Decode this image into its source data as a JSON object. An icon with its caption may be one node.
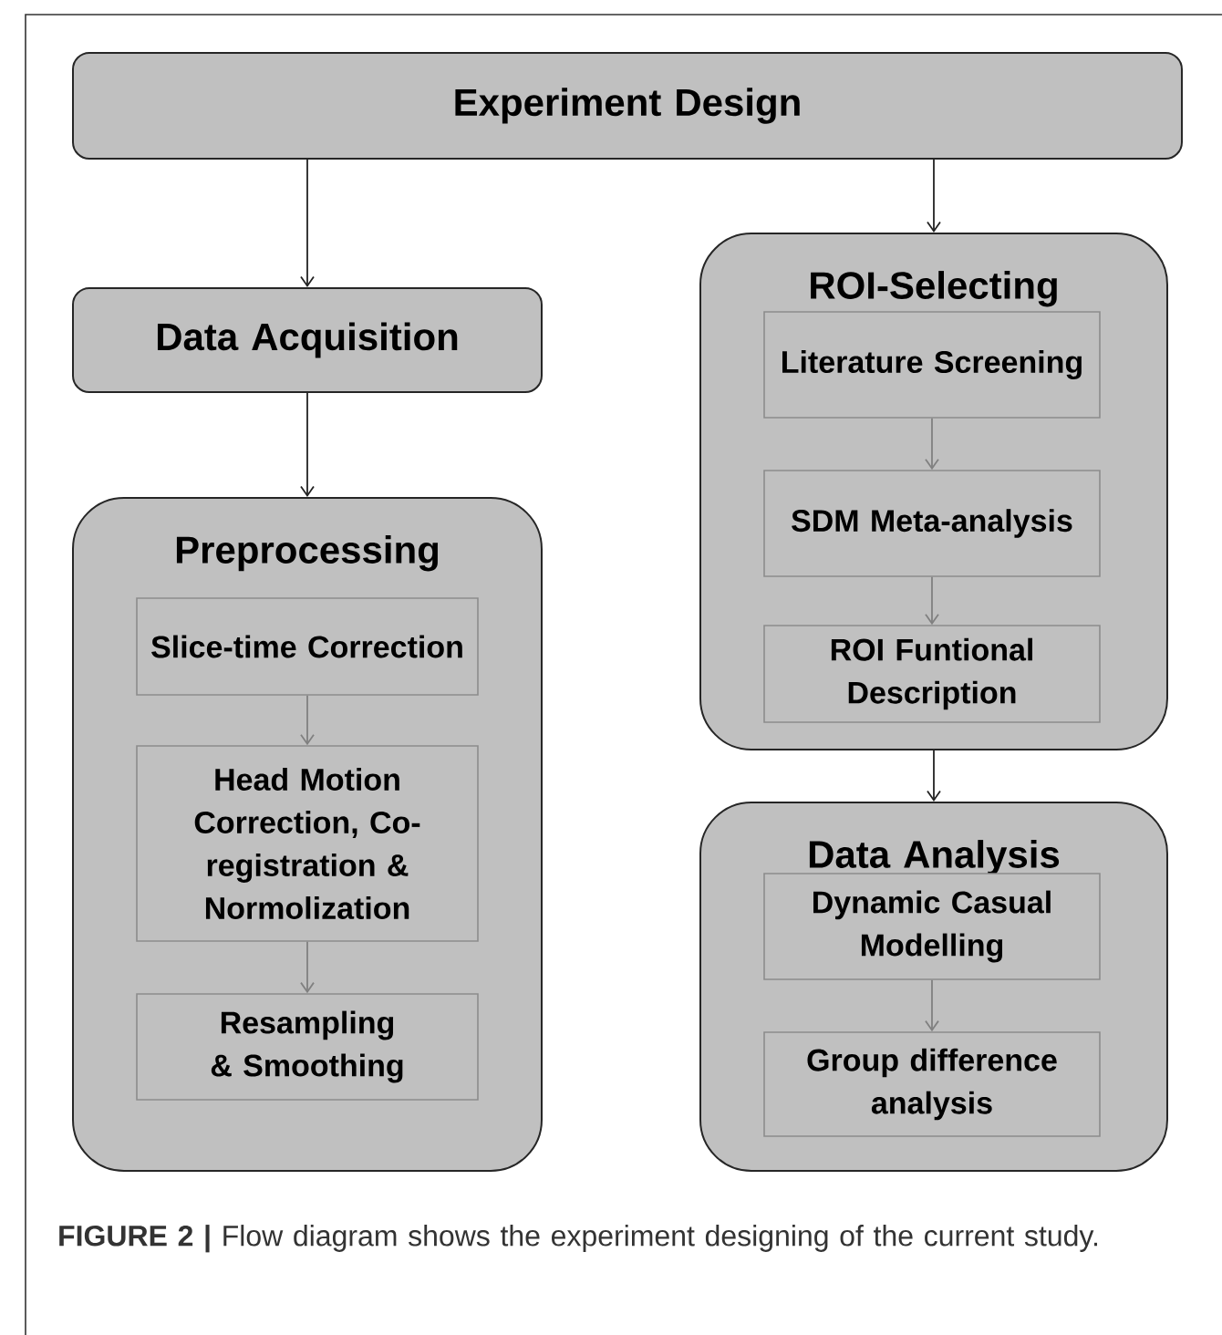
{
  "diagram": {
    "caption": "**FIGURE 2 |** Flow diagram shows the experiment designing of the current study.",
    "nodes": [
      {
        "text": [
          "Experiment Design"
        ]
      },
      {
        "text": [
          "Data Acquisition"
        ]
      },
      {
        "text": [
          "Preprocessing"
        ]
      },
      {
        "text": [
          "Slice-time Correction"
        ],
        "in": 2
      },
      {
        "text": [
          "Head Motion Correction, Co-registration & Normolization"
        ],
        "in": 2
      },
      {
        "text": [
          "Resampling & Smoothing"
        ],
        "in": 2
      },
      {
        "text": [
          "ROI-Selecting"
        ]
      },
      {
        "text": [
          "Literature Screening"
        ],
        "in": 6
      },
      {
        "text": [
          "SDM Meta-analysis"
        ],
        "in": 6
      },
      {
        "text": [
          "ROI Funtional Description"
        ],
        "in": 6
      },
      {
        "text": [
          "Data Analysis"
        ]
      },
      {
        "text": [
          "Dynamic Casual Modelling"
        ],
        "in": 10
      },
      {
        "text": [
          "Group difference analysis"
        ],
        "in": 10
      }
    ],
    "edges": [
      {
        "from": 0,
        "to": 1,
        "arrow": "to",
        "color": "#222222"
      },
      {
        "from": 0,
        "to": 6,
        "arrow": "to",
        "color": "#222222"
      },
      {
        "from": 1,
        "to": 2,
        "arrow": "to",
        "color": "#222222"
      },
      {
        "from": 3,
        "to": 4,
        "arrow": "to",
        "color": "#808080"
      },
      {
        "from": 4,
        "to": 5,
        "arrow": "to",
        "color": "#808080"
      },
      {
        "from": 7,
        "to": 8,
        "arrow": "to",
        "color": "#808080"
      },
      {
        "from": 8,
        "to": 9,
        "arrow": "to",
        "color": "#808080"
      },
      {
        "from": 6,
        "to": 10,
        "arrow": "to",
        "color": "#222222"
      },
      {
        "from": 11,
        "to": 12,
        "arrow": "to",
        "color": "#808080"
      }
    ]
  }
}
